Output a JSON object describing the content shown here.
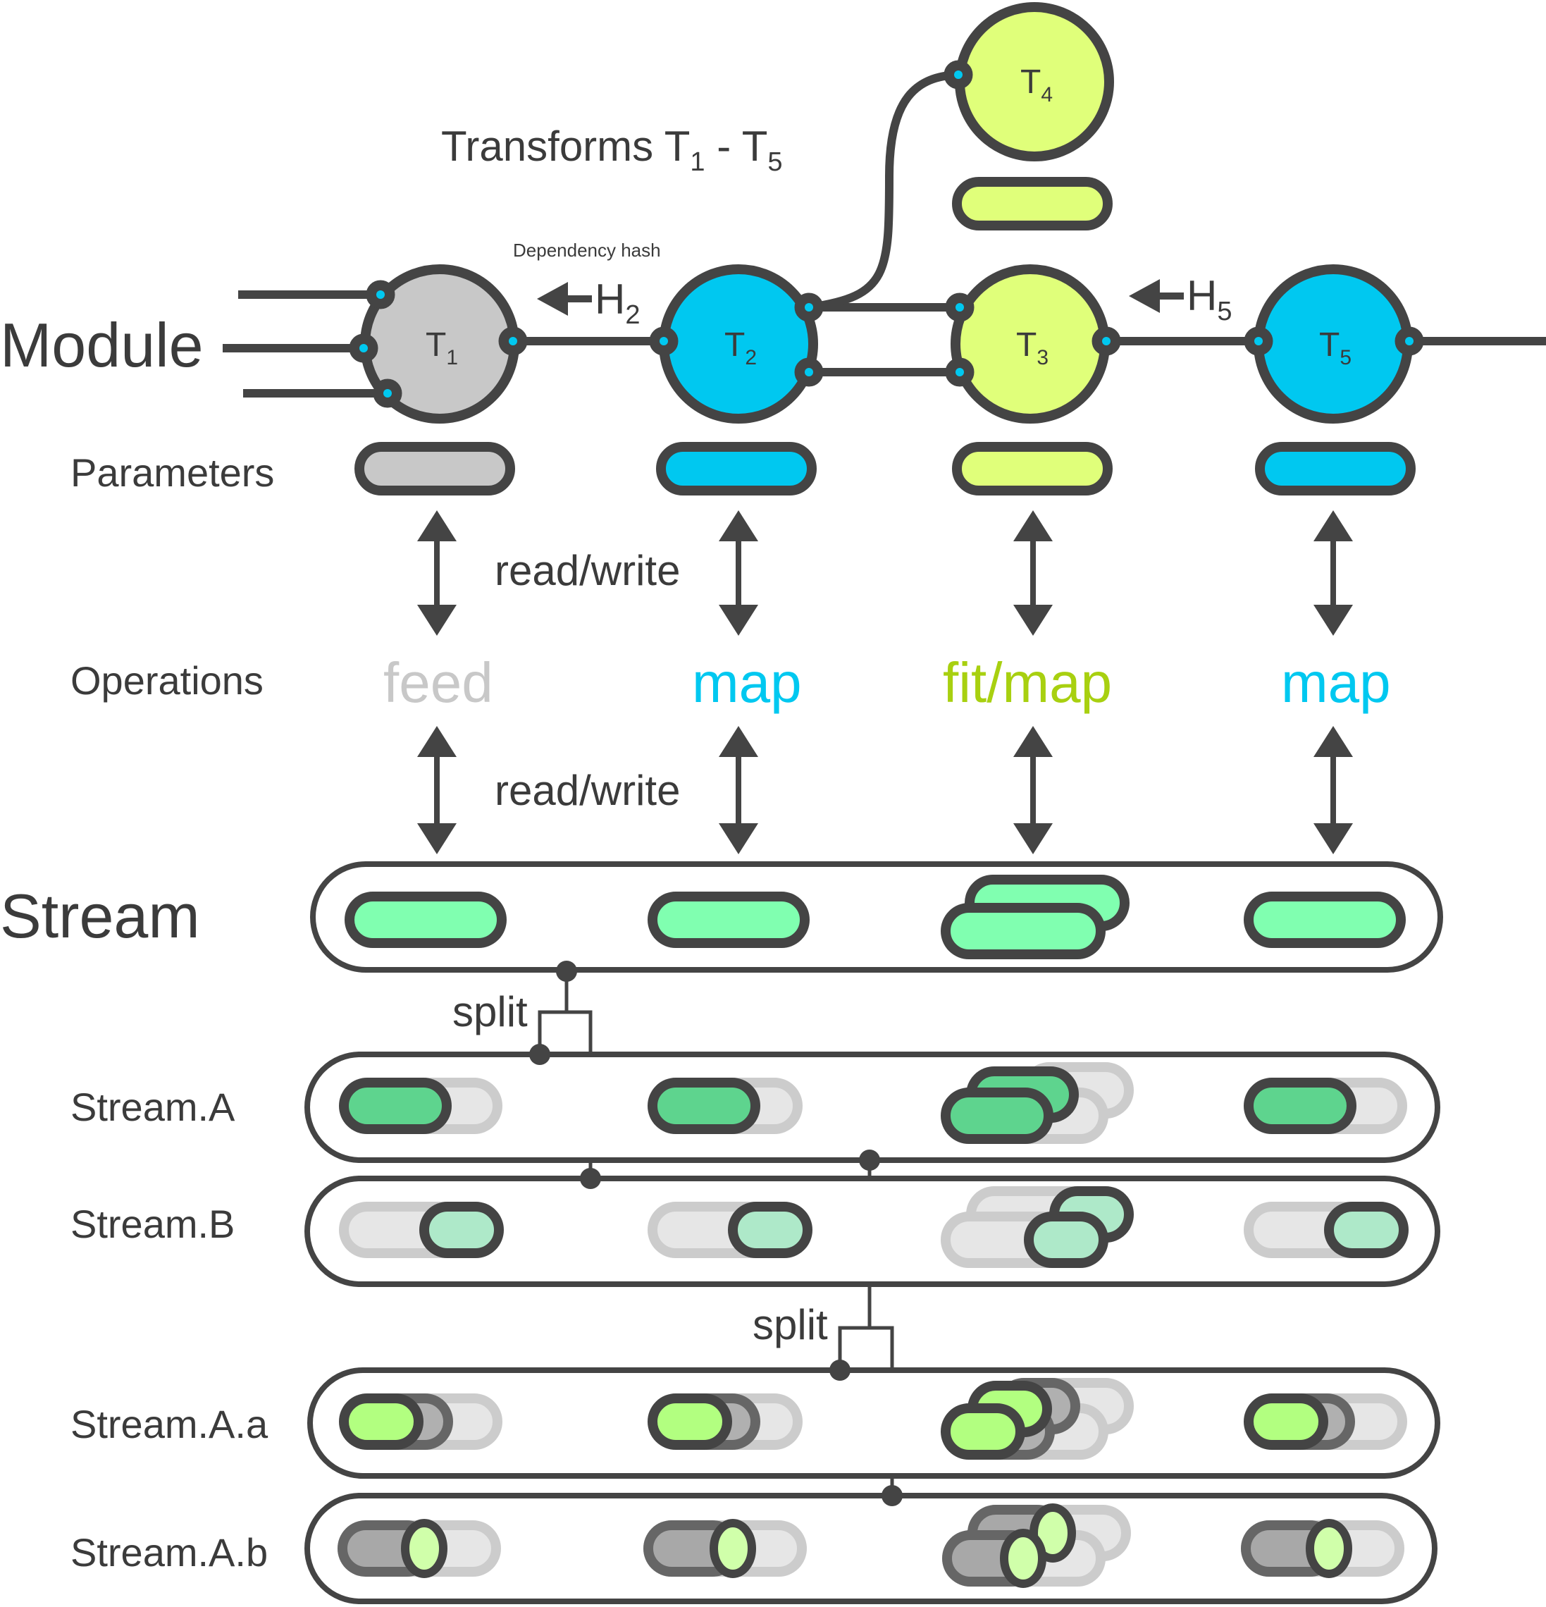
{
  "labels": {
    "module": "Module",
    "stream": "Stream",
    "parameters": "Parameters",
    "operations": "Operations",
    "read_write_1": "read/write",
    "read_write_2": "read/write",
    "split_1": "split",
    "split_2": "split",
    "dependency_hash": "Dependency hash",
    "transforms_title_main": "Transforms T",
    "transforms_title_sub1": "1",
    "transforms_title_mid": " - T",
    "transforms_title_sub2": "5",
    "h2_main": "H",
    "h2_sub": "2",
    "h5_main": "H",
    "h5_sub": "5"
  },
  "transforms": [
    {
      "id": "T1",
      "main": "T",
      "sub": "1",
      "color": "#c8c8c8",
      "operation": "feed",
      "op_color": "#c8c8c8"
    },
    {
      "id": "T2",
      "main": "T",
      "sub": "2",
      "color": "#00c8f0",
      "operation": "map",
      "op_color": "#00c8f0"
    },
    {
      "id": "T3",
      "main": "T",
      "sub": "3",
      "color": "#e0ff7a",
      "operation": "fit/map",
      "op_color": "#a8d010"
    },
    {
      "id": "T4",
      "main": "T",
      "sub": "4",
      "color": "#e0ff7a"
    },
    {
      "id": "T5",
      "main": "T",
      "sub": "5",
      "color": "#00c8f0",
      "operation": "map",
      "op_color": "#00c8f0"
    }
  ],
  "streams": [
    {
      "name": "Stream"
    },
    {
      "name": "Stream.A"
    },
    {
      "name": "Stream.B"
    },
    {
      "name": "Stream.A.a"
    },
    {
      "name": "Stream.A.b"
    }
  ],
  "colors": {
    "outline": "#444444",
    "stream_pill": "#80ffb0",
    "stream_a": "#5ed48e",
    "stream_b": "#aee9c9",
    "stream_aa": "#b2ff80",
    "stream_ab": "#d0ffaa",
    "ghost": "#e6e6e6",
    "ghost_outline": "#cccccc",
    "port": "#00c8f0"
  }
}
